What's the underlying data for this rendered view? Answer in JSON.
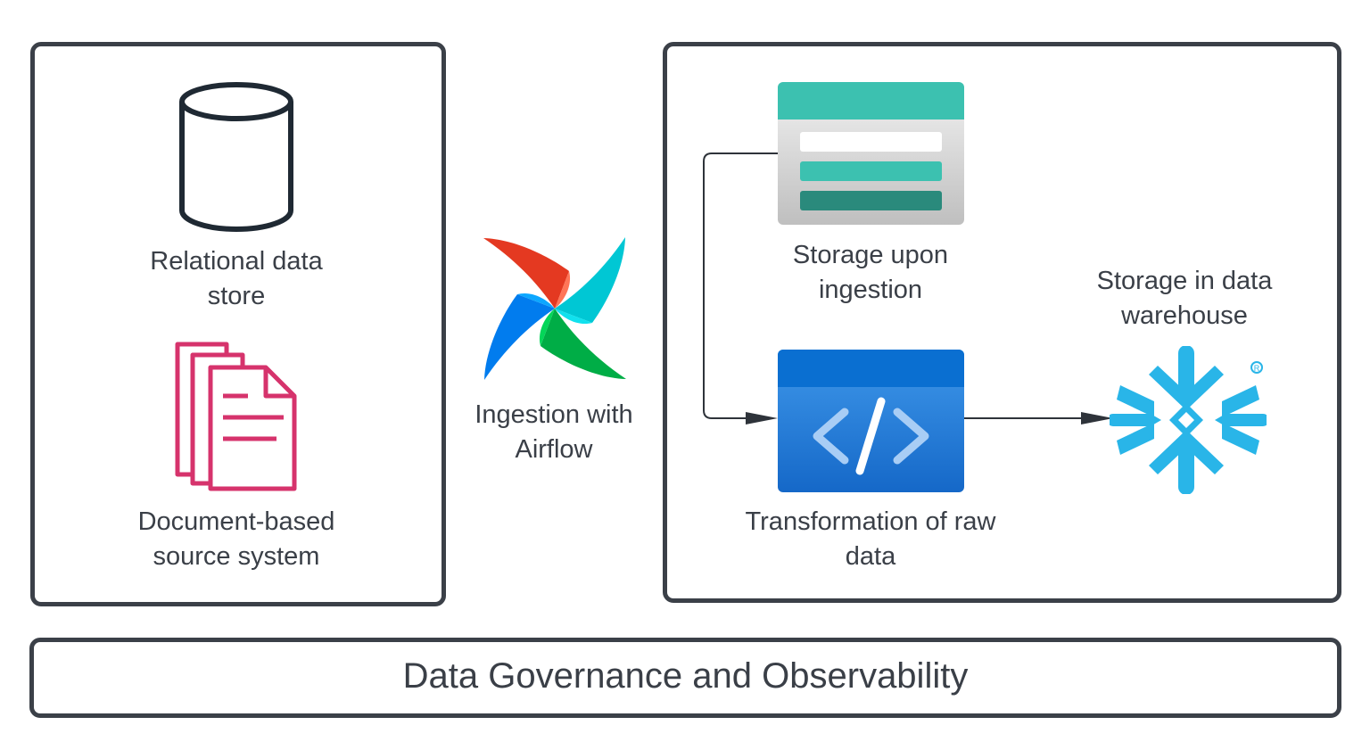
{
  "sources": {
    "relational": {
      "label": "Relational data store",
      "icon": "database-cylinder-icon"
    },
    "document": {
      "label": "Document-based source system",
      "icon": "documents-stack-icon"
    }
  },
  "ingestion": {
    "label": "Ingestion with Airflow",
    "icon": "airflow-pinwheel-icon"
  },
  "processing": {
    "storage_ingestion": {
      "label": "Storage upon ingestion",
      "icon": "storage-table-icon"
    },
    "transformation": {
      "label": "Transformation of raw data",
      "icon": "code-brackets-icon"
    },
    "warehouse": {
      "label": "Storage in data warehouse",
      "icon": "snowflake-icon"
    }
  },
  "governance": {
    "label": "Data Governance and Observability"
  },
  "colors": {
    "border": "#3b4048",
    "document_pink": "#d6336c",
    "teal": "#3cc1b0",
    "dark_teal": "#2a8a7c",
    "azure_blue": "#1f7fd6",
    "snowflake_blue": "#29b5e8"
  }
}
